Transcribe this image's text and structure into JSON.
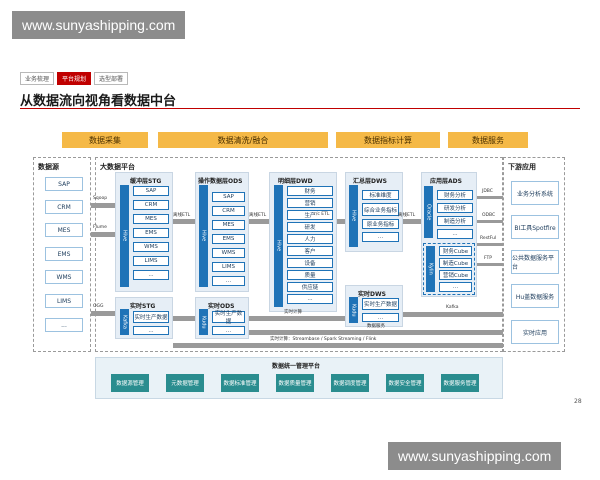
{
  "watermark": "www.sunyashipping.com",
  "breadcrumbs": [
    "业务梳理",
    "平台规划",
    "选型部署"
  ],
  "title": "从数据流向视角看数据中台",
  "phases": [
    "数据采集",
    "数据清洗/融合",
    "数据指标计算",
    "数据服务"
  ],
  "sources": {
    "title": "数据源",
    "items": [
      "SAP",
      "CRM",
      "MES",
      "EMS",
      "WMS",
      "LIMS",
      "..."
    ]
  },
  "platform": {
    "title": "大数据平台"
  },
  "ingest_labels": [
    "Sqoop",
    "Flume",
    "OGG"
  ],
  "stg": {
    "title": "缓冲层STG",
    "bar": "Hive",
    "items": [
      "SAP",
      "CRM",
      "MES",
      "EMS",
      "WMS",
      "LIMS",
      "..."
    ]
  },
  "ods": {
    "title": "操作数据层ODS",
    "bar": "Hive",
    "items": [
      "SAP",
      "CRM",
      "MES",
      "EMS",
      "WMS",
      "LIMS",
      "..."
    ]
  },
  "dwd": {
    "title": "明细层DWD",
    "bar": "Hive",
    "items": [
      "财务",
      "营销",
      "生产",
      "研发",
      "人力",
      "客户",
      "设备",
      "质量",
      "供应链",
      "..."
    ]
  },
  "dws": {
    "title": "汇总层DWS",
    "bar": "Hive",
    "items": [
      "标准维度",
      "综合业务指标",
      "原业务指标",
      "..."
    ]
  },
  "ads": {
    "title": "应用层ADS",
    "bar1": "Oracle",
    "bar2": "Kylin",
    "items": [
      "财务分析",
      "研发分析",
      "制造分析",
      "..."
    ],
    "cubes": [
      "财务Cube",
      "制造Cube",
      "营销Cube",
      "..."
    ]
  },
  "etl_labels": [
    "离线ETL",
    "离线ETL",
    "r/c ETL",
    "离线ETL"
  ],
  "rt_stg": {
    "title": "实时STG",
    "bar": "Kafka",
    "items": [
      "实时生产数据",
      "..."
    ]
  },
  "rt_ods": {
    "title": "实时ODS",
    "bar": "Kudu",
    "items": [
      "实时生产数据",
      "..."
    ]
  },
  "rt_dws": {
    "title": "实时DWS",
    "bar": "Kudu",
    "items": [
      "实时生产数据",
      "..."
    ]
  },
  "rt_labels": [
    "实时计算",
    "数据服务",
    "Kafka"
  ],
  "stream_label": "实时计算：Streambase / Spark Streaming / Flink",
  "interfaces": [
    "JDBC",
    "ODBC",
    "RestFul",
    "FTP"
  ],
  "downstream": {
    "title": "下游应用",
    "items": [
      "业务分析系统",
      "BI工具Spotfire",
      "公共数据服务平台",
      "Hu盖数据服务",
      "实时应用"
    ]
  },
  "management": {
    "title": "数据统一管理平台",
    "items": [
      "数据源管理",
      "元数据管理",
      "数据标准管理",
      "数据质量管理",
      "数据调度管理",
      "数据安全管理",
      "数据服务管理"
    ]
  },
  "page_number": "28"
}
